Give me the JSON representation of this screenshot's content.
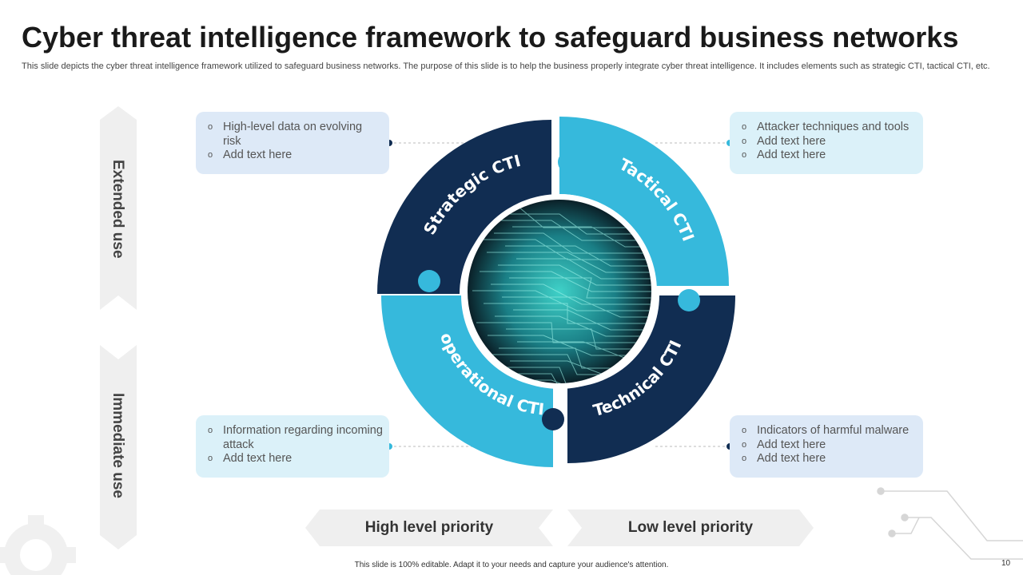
{
  "title": "Cyber threat intelligence framework to safeguard business networks",
  "subtitle": "This slide depicts the cyber threat intelligence framework utilized to safeguard business networks. The purpose of this slide is to help the business properly integrate cyber threat intelligence. It includes elements such as strategic CTI, tactical CTI, etc.",
  "side_labels": {
    "top": "Extended use",
    "bottom": "Immediate use"
  },
  "bottom_labels": {
    "left": "High level priority",
    "right": "Low level priority"
  },
  "segments": {
    "strategic": "Strategic CTI",
    "tactical": "Tactical CTI",
    "technical": "Technical CTI",
    "operational": "operational CTI"
  },
  "boxes": {
    "top_left": [
      "High-level data on evolving risk",
      "Add text here"
    ],
    "top_right": [
      "Attacker techniques and tools",
      "Add text here",
      "Add text here"
    ],
    "bottom_left": [
      "Information regarding incoming attack",
      "Add text here"
    ],
    "bottom_right": [
      "Indicators of harmful malware",
      "Add text here",
      "Add text here"
    ]
  },
  "footer": "This slide is 100% editable. Adapt it to your needs and capture your audience's attention.",
  "page_number": "10",
  "colors": {
    "dark": "#112d52",
    "light": "#36b9dc"
  }
}
